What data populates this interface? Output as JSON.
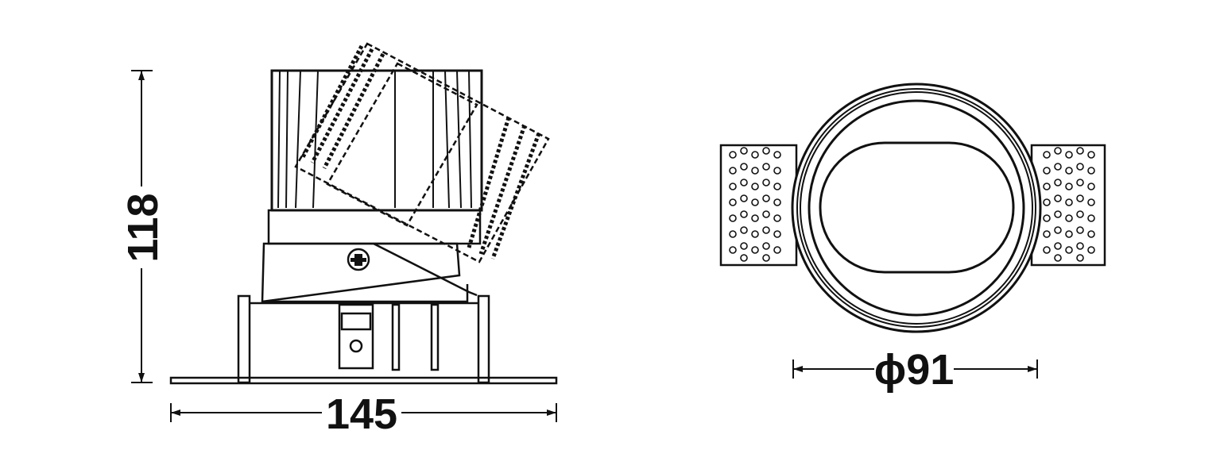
{
  "drawing": {
    "side_view": {
      "height_label": "118",
      "width_label": "145"
    },
    "front_view": {
      "diameter_label": "ϕ91"
    },
    "colors": {
      "line": "#111111",
      "background": "#ffffff"
    }
  }
}
